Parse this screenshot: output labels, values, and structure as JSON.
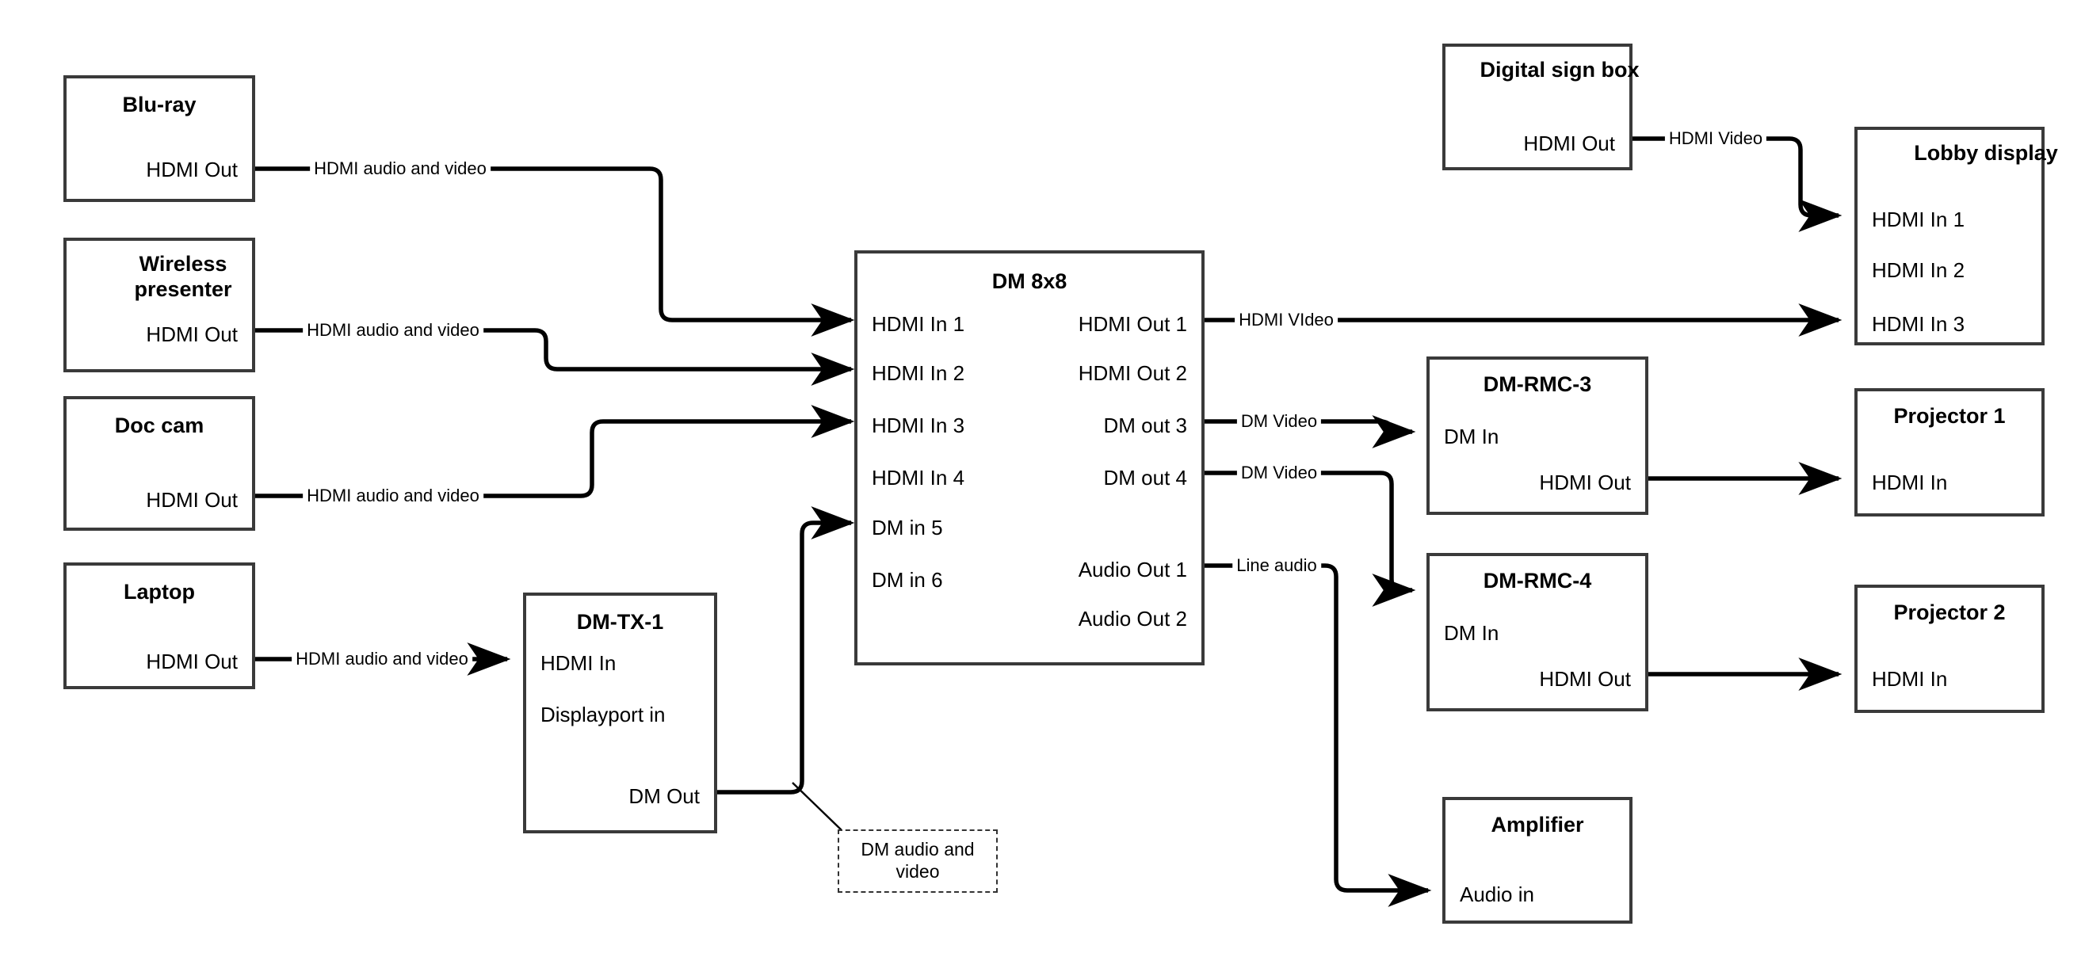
{
  "diagram": {
    "title": "AV signal flow diagram",
    "colors": {
      "box_border": "#3a3a3a",
      "wire": "#000000",
      "background": "#ffffff",
      "note_border": "#333333"
    }
  },
  "nodes": {
    "bluray": {
      "title": "Blu-ray",
      "ports": [
        {
          "label": "HDMI Out",
          "side": "right"
        }
      ]
    },
    "wireless_presenter": {
      "title": "Wireless presenter",
      "ports": [
        {
          "label": "HDMI Out",
          "side": "right"
        }
      ]
    },
    "doc_cam": {
      "title": "Doc cam",
      "ports": [
        {
          "label": "HDMI Out",
          "side": "right"
        }
      ]
    },
    "laptop": {
      "title": "Laptop",
      "ports": [
        {
          "label": "HDMI Out",
          "side": "right"
        }
      ]
    },
    "dm_tx_1": {
      "title": "DM-TX-1",
      "ports": [
        {
          "label": "HDMI In",
          "side": "left"
        },
        {
          "label": "Displayport in",
          "side": "left"
        },
        {
          "label": "DM Out",
          "side": "right"
        }
      ]
    },
    "dm_8x8": {
      "title": "DM 8x8",
      "inputs": [
        "HDMI In 1",
        "HDMI In 2",
        "HDMI In 3",
        "HDMI In 4",
        "DM in 5",
        "DM in 6"
      ],
      "outputs": [
        "HDMI Out 1",
        "HDMI Out 2",
        "DM out 3",
        "DM out 4",
        "Audio Out 1",
        "Audio Out 2"
      ]
    },
    "digital_sign_box": {
      "title": "Digital sign box",
      "ports": [
        {
          "label": "HDMI Out",
          "side": "right"
        }
      ]
    },
    "lobby_display": {
      "title": "Lobby display",
      "ports": [
        {
          "label": "HDMI In 1",
          "side": "left"
        },
        {
          "label": "HDMI In 2",
          "side": "left"
        },
        {
          "label": "HDMI In 3",
          "side": "left"
        }
      ]
    },
    "dm_rmc_3": {
      "title": "DM-RMC-3",
      "ports": [
        {
          "label": "DM In",
          "side": "left"
        },
        {
          "label": "HDMI Out",
          "side": "right"
        }
      ]
    },
    "dm_rmc_4": {
      "title": "DM-RMC-4",
      "ports": [
        {
          "label": "DM In",
          "side": "left"
        },
        {
          "label": "HDMI Out",
          "side": "right"
        }
      ]
    },
    "projector_1": {
      "title": "Projector 1",
      "ports": [
        {
          "label": "HDMI In",
          "side": "left"
        }
      ]
    },
    "projector_2": {
      "title": "Projector 2",
      "ports": [
        {
          "label": "HDMI In",
          "side": "left"
        }
      ]
    },
    "amplifier": {
      "title": "Amplifier",
      "ports": [
        {
          "label": "Audio in",
          "side": "left"
        }
      ]
    }
  },
  "connections": [
    {
      "id": "bluray-to-in1",
      "label": "HDMI audio and video",
      "from": "bluray.HDMI Out",
      "to": "dm_8x8.HDMI In 1"
    },
    {
      "id": "wireless-to-in2",
      "label": "HDMI audio and video",
      "from": "wireless_presenter.HDMI Out",
      "to": "dm_8x8.HDMI In 2"
    },
    {
      "id": "doccam-to-in3",
      "label": "HDMI audio and video",
      "from": "doc_cam.HDMI Out",
      "to": "dm_8x8.HDMI In 3"
    },
    {
      "id": "laptop-to-tx",
      "label": "HDMI audio and video",
      "from": "laptop.HDMI Out",
      "to": "dm_tx_1.HDMI In"
    },
    {
      "id": "tx-to-in5",
      "label": "DM audio and video",
      "from": "dm_tx_1.DM Out",
      "to": "dm_8x8.DM in 5"
    },
    {
      "id": "hdmiout1-to-lobby3",
      "label": "HDMI VIdeo",
      "from": "dm_8x8.HDMI Out 1",
      "to": "lobby_display.HDMI In 3"
    },
    {
      "id": "dmout3-to-rmc3",
      "label": "DM Video",
      "from": "dm_8x8.DM out 3",
      "to": "dm_rmc_3.DM In"
    },
    {
      "id": "dmout4-to-rmc4",
      "label": "DM Video",
      "from": "dm_8x8.DM out 4",
      "to": "dm_rmc_4.DM In"
    },
    {
      "id": "audioout1-to-amp",
      "label": "Line audio",
      "from": "dm_8x8.Audio Out 1",
      "to": "amplifier.Audio in"
    },
    {
      "id": "sign-to-lobby1",
      "label": "HDMI Video",
      "from": "digital_sign_box.HDMI Out",
      "to": "lobby_display.HDMI In 1"
    },
    {
      "id": "rmc3-to-proj1",
      "label": "",
      "from": "dm_rmc_3.HDMI Out",
      "to": "projector_1.HDMI In"
    },
    {
      "id": "rmc4-to-proj2",
      "label": "",
      "from": "dm_rmc_4.HDMI Out",
      "to": "projector_2.HDMI In"
    }
  ],
  "notes": {
    "dm_av": "DM audio and video"
  },
  "wire_labels": {
    "bluray": "HDMI audio and video",
    "wireless": "HDMI audio and video",
    "doccam": "HDMI audio and video",
    "laptop": "HDMI audio and video",
    "hdmi_video_caps": "HDMI VIdeo",
    "dm_video_3": "DM Video",
    "dm_video_4": "DM Video",
    "line_audio": "Line audio",
    "hdmi_video_sign": "HDMI Video"
  }
}
